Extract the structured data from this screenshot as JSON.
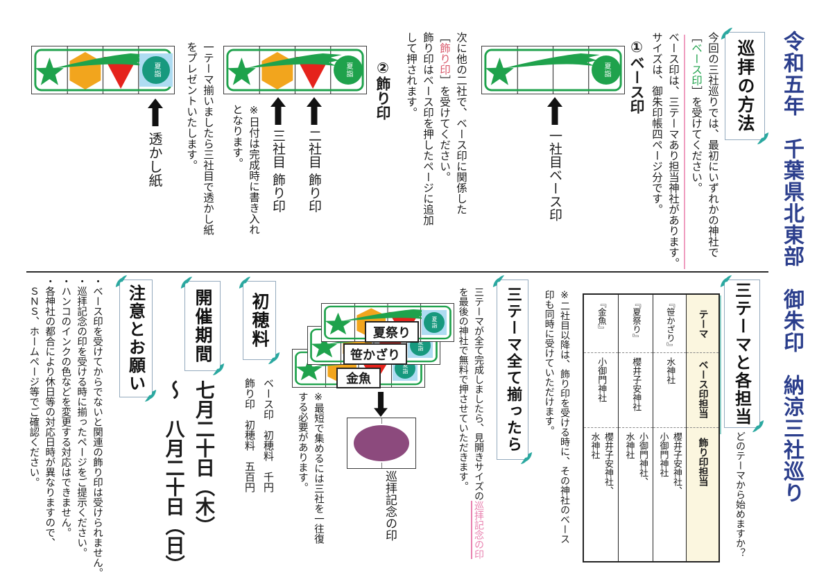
{
  "title": "令和五年　千葉県北東部　御朱印　納涼三社巡り",
  "seal": "夏詣",
  "method": {
    "heading": "巡拝の方法",
    "p1_pre": "今回の三社巡りでは、最初にいずれかの神社で\n［",
    "p1_em": "ベース印",
    "p1_post": "］を受けてください。",
    "p2": "ベース印は、三テーマあり担当神社があります。\nサイズは、御朱印帳四ページ分です。",
    "step1_label": "①ベース印",
    "step1_arrow": "一社目ベース印",
    "step2_label": "②飾り印",
    "p3_pre": "次に他の二社で、ベース印に関係した\n［",
    "p3_em": "飾り印",
    "p3_post": "］を受けてください。\n飾り印はベース印を押したページに追加\nして押されます。",
    "arrow_second": "二社目 飾り印",
    "arrow_third": "三社目 飾り印",
    "date_note": "※日付は完成時に書き入れ\nとなります。",
    "gift_note": "一テーマ揃いましたら三社目で透かし紙\nをプレゼントいたします。",
    "gift_arrow": "透かし紙"
  },
  "themes": {
    "heading": "三テーマと各担当",
    "question": "どのテーマから始めますか？",
    "headers": [
      "テーマ",
      "ベース印担当",
      "飾り印担当"
    ],
    "columns": [
      {
        "theme": "『笹かざり』",
        "base": "水神社",
        "deco": "櫻井子安神社、\n小御門神社"
      },
      {
        "theme": "『夏祭り』",
        "base": "櫻井子安神社",
        "deco": "小御門神社、\n水神社"
      },
      {
        "theme": "『金魚』",
        "base": "小御門神社",
        "deco": "櫻井子安神社、\n水神社"
      }
    ],
    "side_note": "※二社目以降は、飾り印を受ける時に、その神社のベース\n印も同時に受けていただけます。"
  },
  "complete": {
    "heading": "三テーマ全て揃ったら",
    "p_pre": "三テーマが全て完成しましたら、見開きサイズの",
    "p_em": "巡拝記念の印",
    "p_post": "\nを最後の神社で無料で押させていただきます。",
    "card_labels": [
      "夏祭り",
      "笹かざり",
      "金魚"
    ],
    "stamp_label": "巡拝記念の印",
    "shortest_note": "※最短で集めるには三社を一往復\nする必要があります。"
  },
  "fee": {
    "heading": "初穂料",
    "lines": "ベース印　初穂料　千円\n飾り印　初穂料　五百円"
  },
  "period": {
    "heading": "開催期間",
    "dates": "七月二十日（木）\n〜　八月二十日（日）"
  },
  "notes": {
    "heading": "注意とお願い",
    "items": "・ベース印を受けてからでないと関連の飾り印は受けられません。\n・巡拝記念の印を受ける時に揃ったページをご提示ください。\n・ハンコのインクの色などを変更する対応はできません。\n・各神社の都合により休日等の対応日時が異なりますので、\n　ＳＮＳ、ホームページ等でご確認ください。"
  }
}
